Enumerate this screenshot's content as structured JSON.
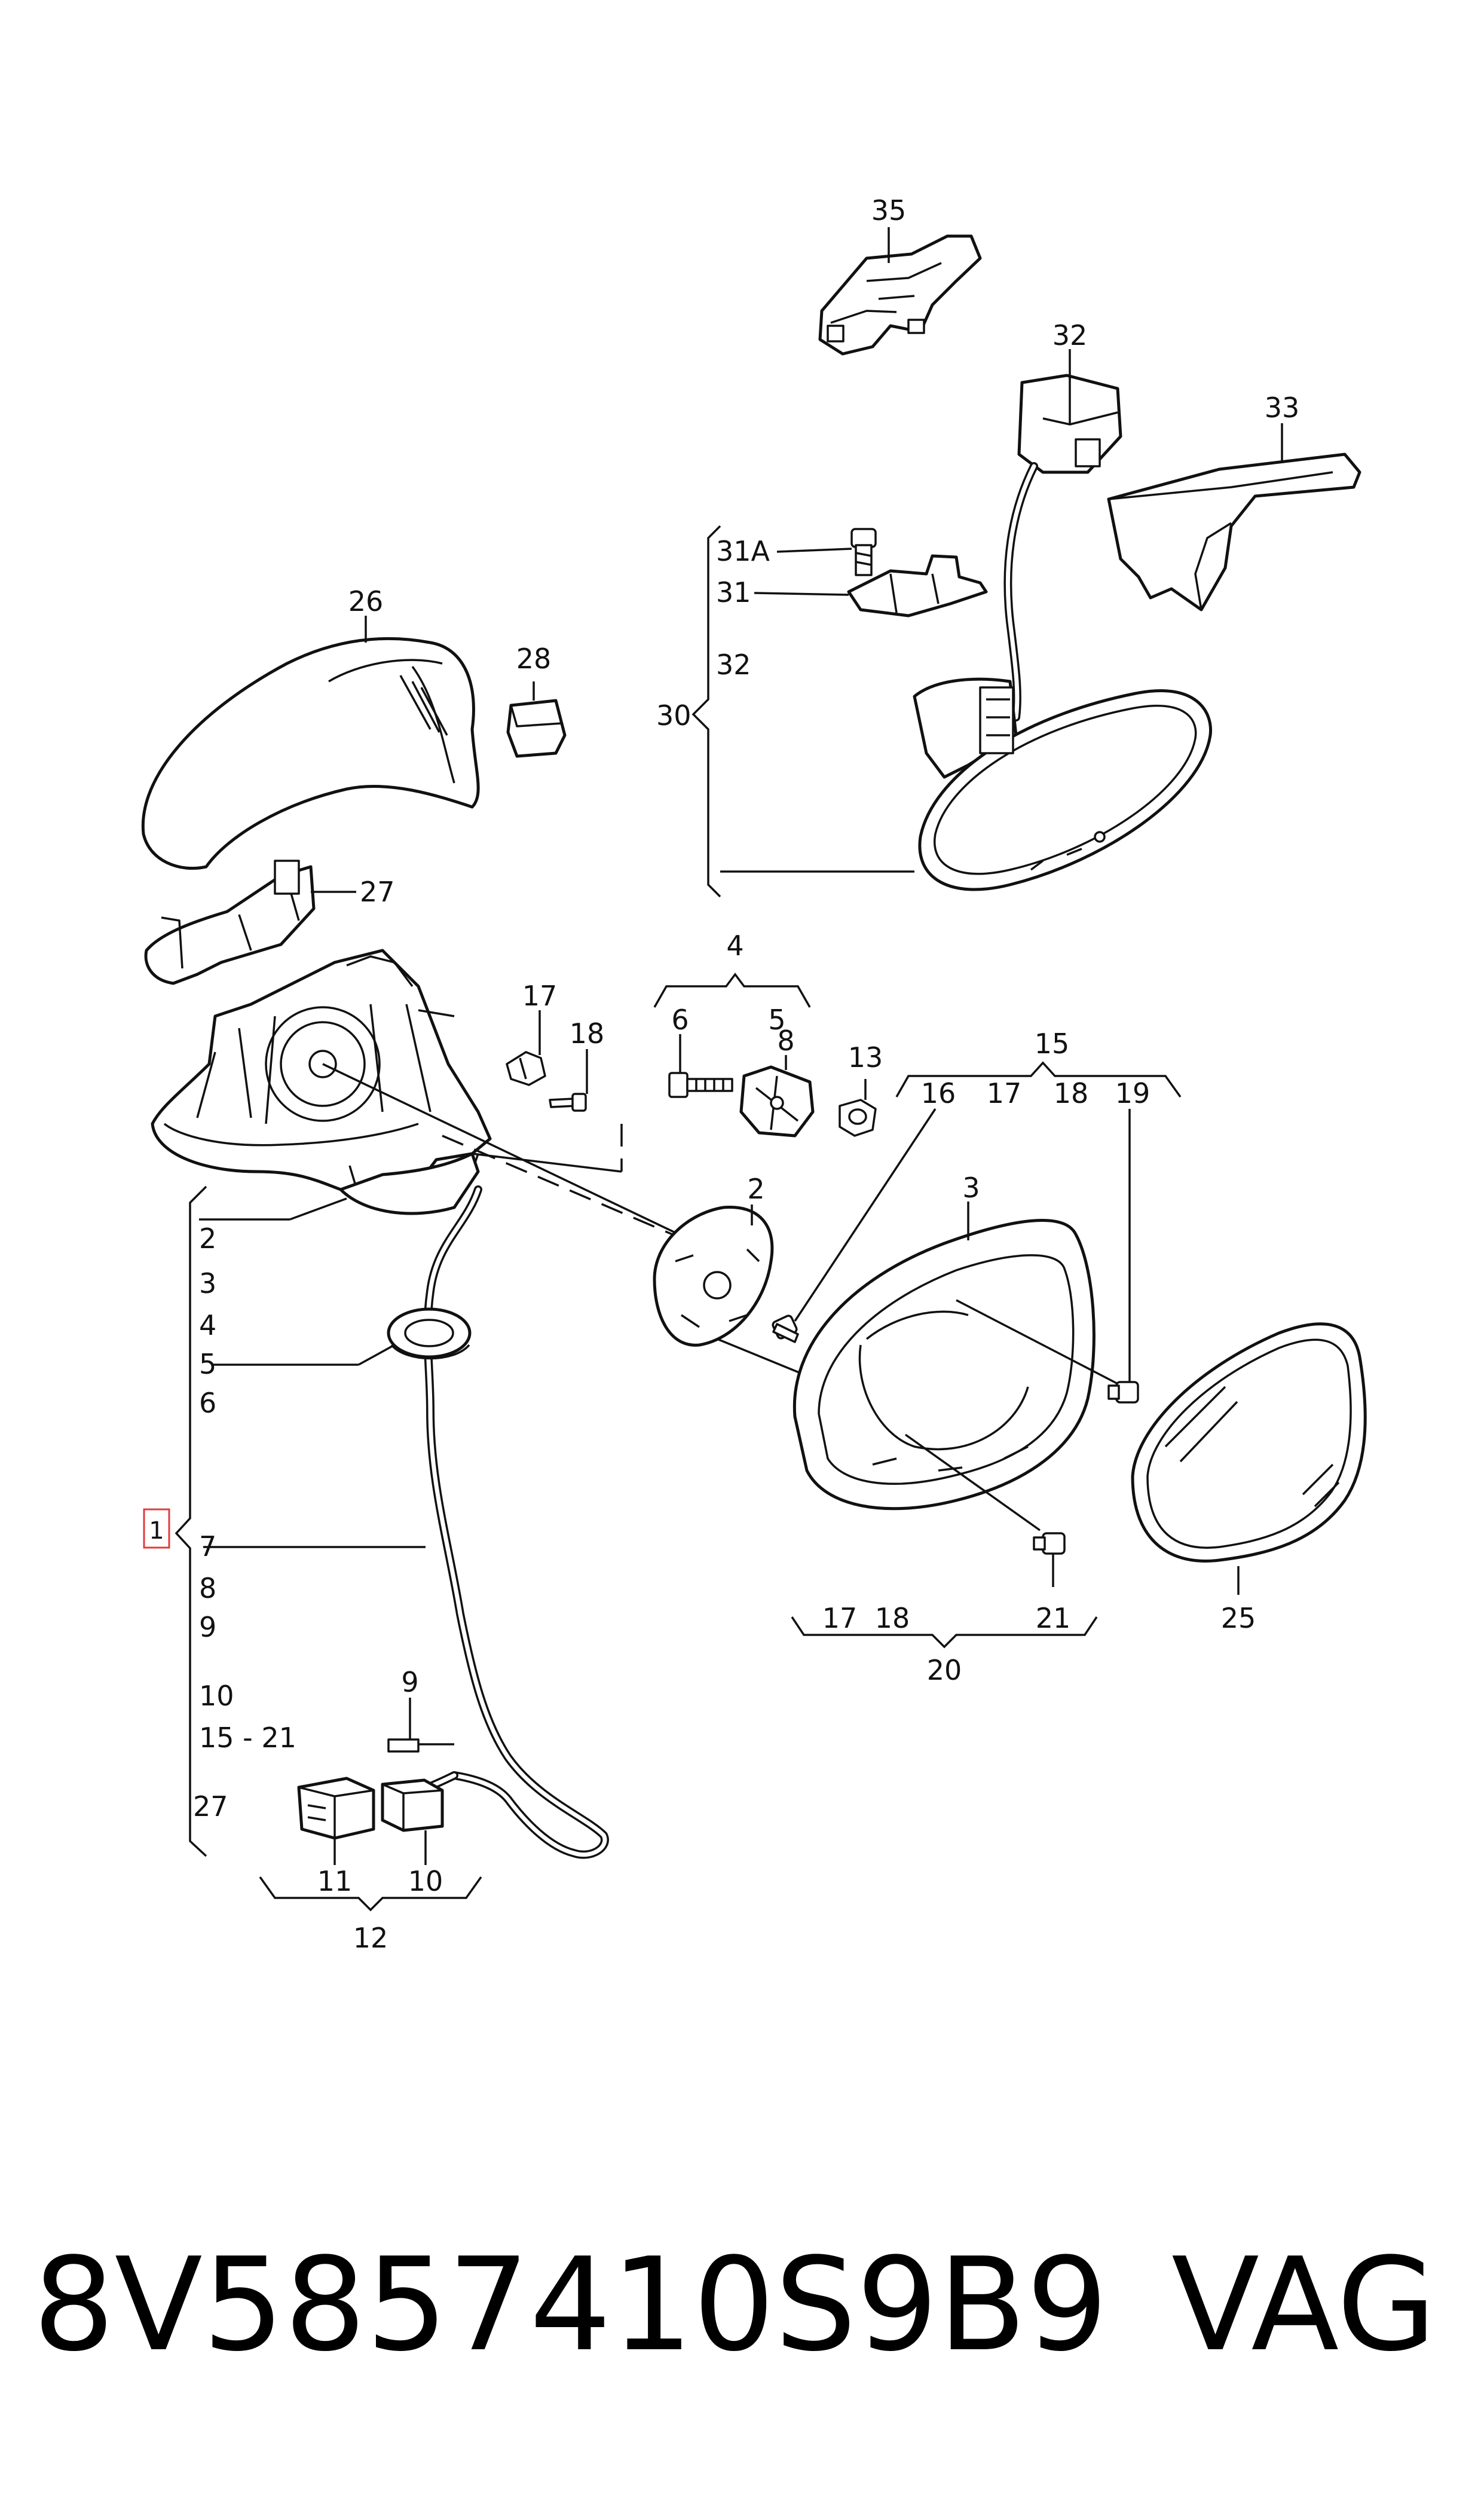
{
  "labels": {
    "l35": "35",
    "l32top": "32",
    "l33": "33",
    "l31a": "31A",
    "l31": "31",
    "l32": "32",
    "l30": "30",
    "l26": "26",
    "l28": "28",
    "l27top": "27",
    "l4": "4",
    "l6": "6",
    "l5top": "5",
    "l17a": "17",
    "l18a": "18",
    "l8": "8",
    "l13": "13",
    "l15": "15",
    "l16": "16",
    "l17b": "17",
    "l18b": "18",
    "l19": "19",
    "l2top": "2",
    "l3top": "3",
    "l1": "1",
    "b2": "2",
    "b3": "3",
    "b4": "4",
    "b5": "5",
    "b6": "6",
    "b7": "7",
    "b8": "8",
    "b9": "9",
    "b10": "10",
    "b15_21": "15 - 21",
    "b27": "27",
    "l9": "9",
    "l11": "11",
    "l10": "10",
    "l12": "12",
    "l17c": "17",
    "l18c": "18",
    "l21": "21",
    "l20": "20",
    "l25": "25"
  },
  "footer": {
    "part_number": "8V5857410S9B9",
    "brand": "VAG"
  },
  "colors": {
    "line": "#111111",
    "highlight": "#e23b3b",
    "background": "#ffffff"
  }
}
